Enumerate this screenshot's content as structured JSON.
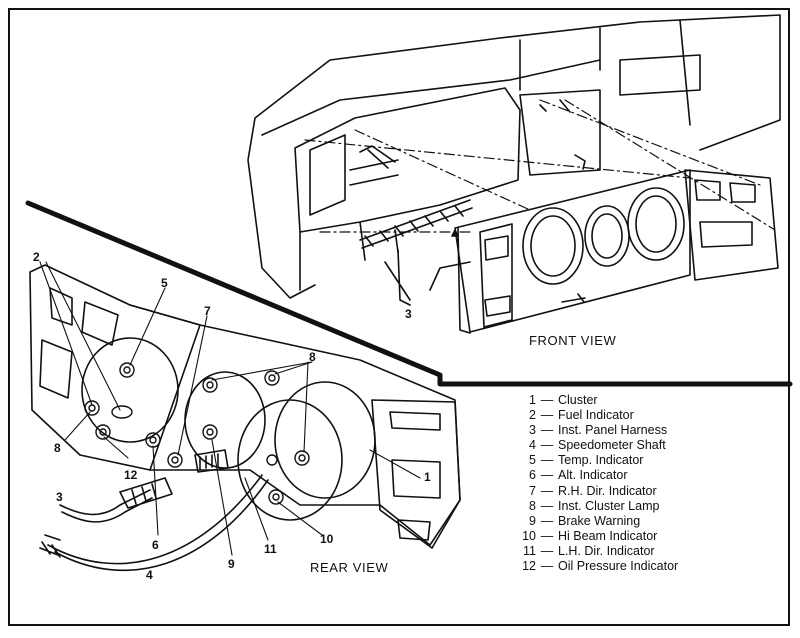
{
  "views": {
    "front": "FRONT VIEW",
    "rear": "REAR VIEW"
  },
  "legend": [
    {
      "num": "1",
      "text": "Cluster"
    },
    {
      "num": "2",
      "text": "Fuel Indicator"
    },
    {
      "num": "3",
      "text": "Inst. Panel Harness"
    },
    {
      "num": "4",
      "text": "Speedometer Shaft"
    },
    {
      "num": "5",
      "text": "Temp. Indicator"
    },
    {
      "num": "6",
      "text": "Alt. Indicator"
    },
    {
      "num": "7",
      "text": "R.H. Dir. Indicator"
    },
    {
      "num": "8",
      "text": "Inst. Cluster Lamp"
    },
    {
      "num": "9",
      "text": "Brake Warning"
    },
    {
      "num": "10",
      "text": "Hi Beam Indicator"
    },
    {
      "num": "11",
      "text": "L.H. Dir. Indicator"
    },
    {
      "num": "12",
      "text": "Oil Pressure Indicator"
    }
  ],
  "callouts": {
    "front_3": "3",
    "rear_1": "1",
    "rear_2": "2",
    "rear_3": "3",
    "rear_4": "4",
    "rear_5": "5",
    "rear_6": "6",
    "rear_7": "7",
    "rear_8a": "8",
    "rear_8b": "8",
    "rear_9": "9",
    "rear_10": "10",
    "rear_11": "11",
    "rear_12": "12"
  }
}
